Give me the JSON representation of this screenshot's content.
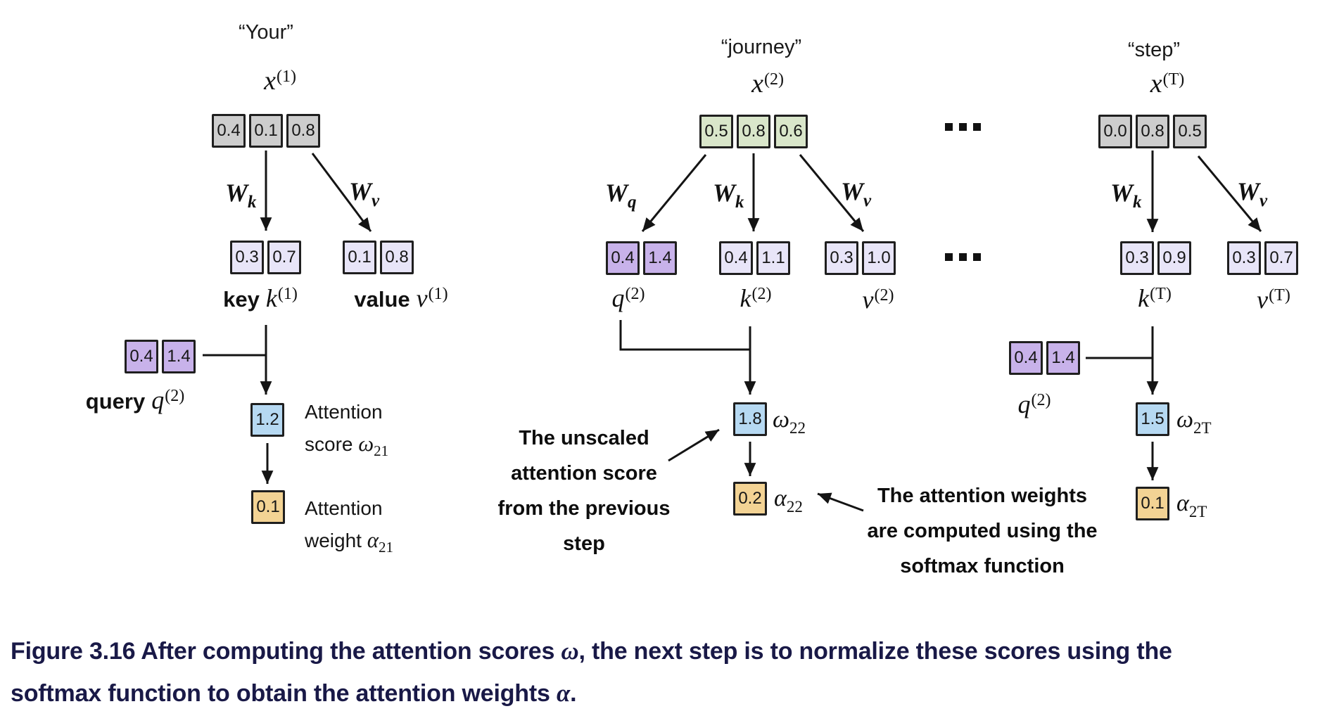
{
  "palette": {
    "input_vector_gray": "#cdcdcd",
    "input_vector_green": "#d9e6ca",
    "key_value_lavender": "#e8e5f8",
    "query_purple": "#c8b2ea",
    "score_blue": "#b6d9f2",
    "weight_orange": "#f3d394",
    "box_border": "#1f1f1f",
    "caption_navy": "#191947"
  },
  "col1": {
    "word": "“Your”",
    "x": {
      "b": "x",
      "s": "(1)"
    },
    "x_boxes": [
      "0.4",
      "0.1",
      "0.8"
    ],
    "wk": {
      "b": "W",
      "s": "k"
    },
    "wv": {
      "b": "W",
      "s": "v"
    },
    "key_boxes": [
      "0.3",
      "0.7"
    ],
    "val_boxes": [
      "0.1",
      "0.8"
    ],
    "key": {
      "w": "key",
      "b": "k",
      "s": "(1)"
    },
    "val": {
      "w": "value",
      "b": "v",
      "s": "(1)"
    },
    "query_boxes": [
      "0.4",
      "1.4"
    ],
    "query": {
      "w": "query",
      "b": "q",
      "s": "(2)"
    },
    "score": "1.2",
    "score_cap": {
      "l1": "Attention",
      "l2": "score",
      "b": "ω",
      "s": "21"
    },
    "weight": "0.1",
    "weight_cap": {
      "l1": "Attention",
      "l2": "weight",
      "b": "α",
      "s": "21"
    }
  },
  "col2": {
    "word": "“journey”",
    "x": {
      "b": "x",
      "s": "(2)"
    },
    "x_boxes": [
      "0.5",
      "0.8",
      "0.6"
    ],
    "wq": {
      "b": "W",
      "s": "q"
    },
    "wk": {
      "b": "W",
      "s": "k"
    },
    "wv": {
      "b": "W",
      "s": "v"
    },
    "q_boxes": [
      "0.4",
      "1.4"
    ],
    "k_boxes": [
      "0.4",
      "1.1"
    ],
    "v_boxes": [
      "0.3",
      "1.0"
    ],
    "q": {
      "b": "q",
      "s": "(2)"
    },
    "k": {
      "b": "k",
      "s": "(2)"
    },
    "v": {
      "b": "v",
      "s": "(2)"
    },
    "score": "1.8",
    "score_cap": {
      "b": "ω",
      "s": "22"
    },
    "weight": "0.2",
    "weight_cap": {
      "b": "α",
      "s": "22"
    }
  },
  "col3": {
    "word": "“step”",
    "x": {
      "b": "x",
      "s": "(T)"
    },
    "x_boxes": [
      "0.0",
      "0.8",
      "0.5"
    ],
    "wk": {
      "b": "W",
      "s": "k"
    },
    "wv": {
      "b": "W",
      "s": "v"
    },
    "k_boxes": [
      "0.3",
      "0.9"
    ],
    "v_boxes": [
      "0.3",
      "0.7"
    ],
    "k": {
      "b": "k",
      "s": "(T)"
    },
    "v": {
      "b": "v",
      "s": "(T)"
    },
    "query_boxes": [
      "0.4",
      "1.4"
    ],
    "query": {
      "b": "q",
      "s": "(2)"
    },
    "score": "1.5",
    "score_cap": {
      "b": "ω",
      "s": "2T"
    },
    "weight": "0.1",
    "weight_cap": {
      "b": "α",
      "s": "2T"
    }
  },
  "notes": {
    "unscaled": [
      "The unscaled",
      "attention score",
      "from the previous",
      "step"
    ],
    "softmax": [
      "The attention weights",
      "are computed using the",
      "softmax function"
    ]
  },
  "caption": {
    "l1a": "Figure 3.16 After computing the attention scores ",
    "l1m": "ω",
    "l1b": ", the next step is to normalize these scores using the",
    "l2a": "softmax function to obtain the attention weights ",
    "l2m": "α",
    "l2b": "."
  }
}
